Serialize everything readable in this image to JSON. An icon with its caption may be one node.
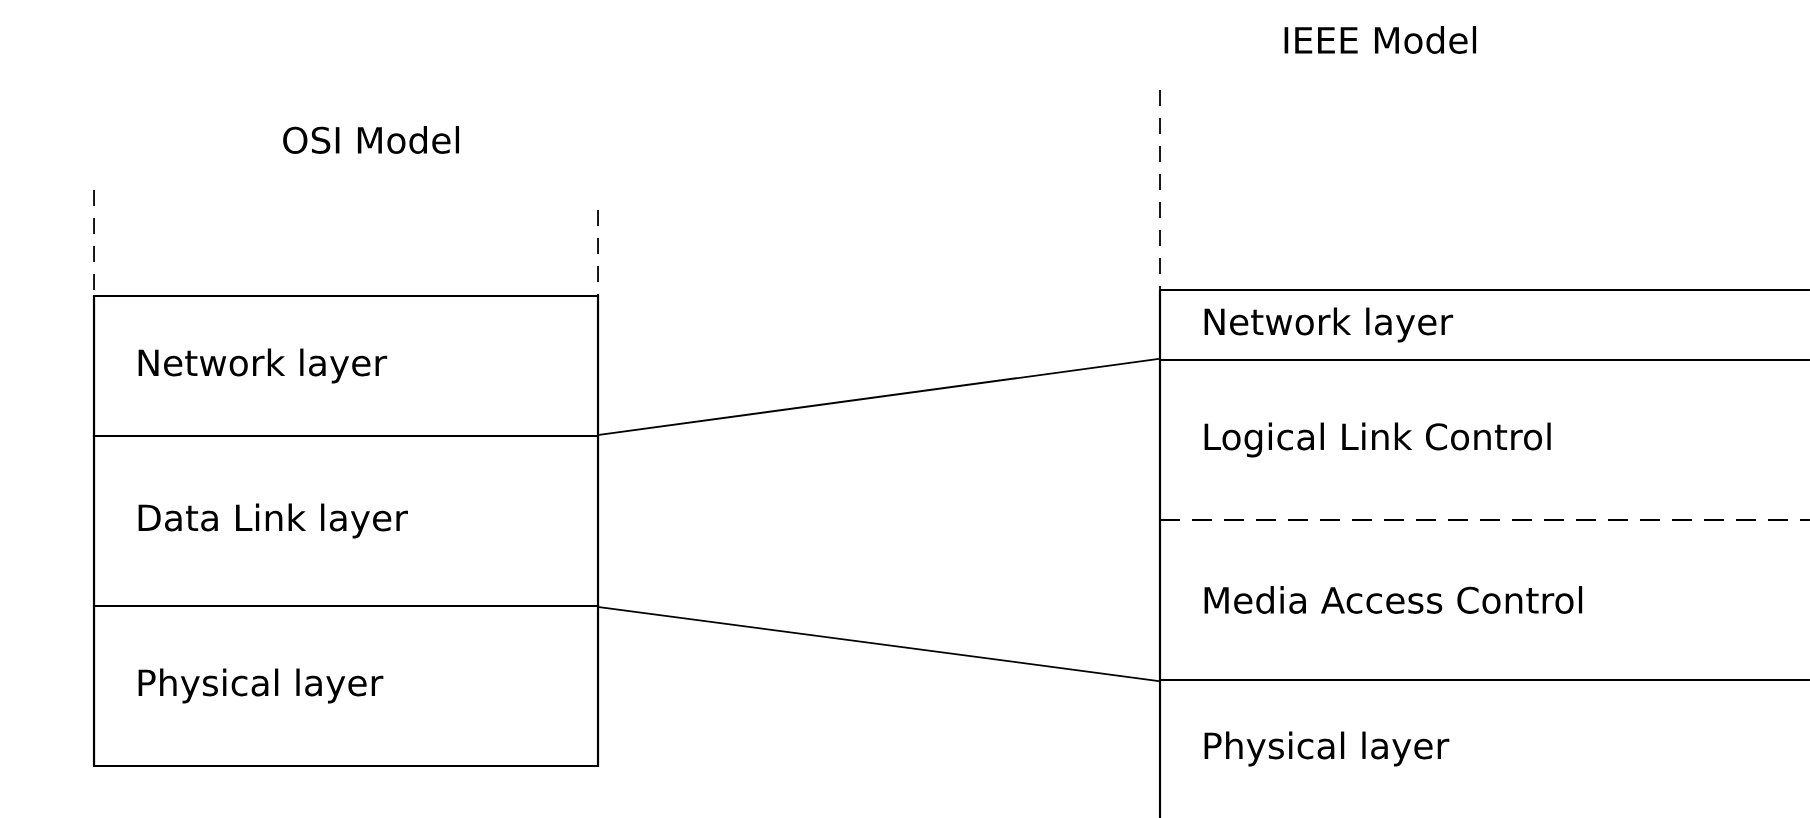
{
  "diagram": {
    "nodes": [
      {
        "text": [
          "Network layer"
        ]
      },
      {
        "text": [
          "Data Link layer"
        ]
      },
      {
        "text": [
          "Physical layer"
        ]
      },
      {
        "text": [
          "Network layer"
        ]
      },
      {
        "text": [
          "Logical Link Control"
        ]
      },
      {
        "text": [
          "Media Access Control"
        ]
      },
      {
        "text": [
          "Physical layer"
        ]
      }
    ],
    "edges": [
      {
        "from": 1,
        "to": 4,
        "arrow": "none"
      },
      {
        "from": 1,
        "to": 5,
        "arrow": "none"
      }
    ],
    "labels": [
      "OSI Model",
      "IEEE Model"
    ]
  }
}
